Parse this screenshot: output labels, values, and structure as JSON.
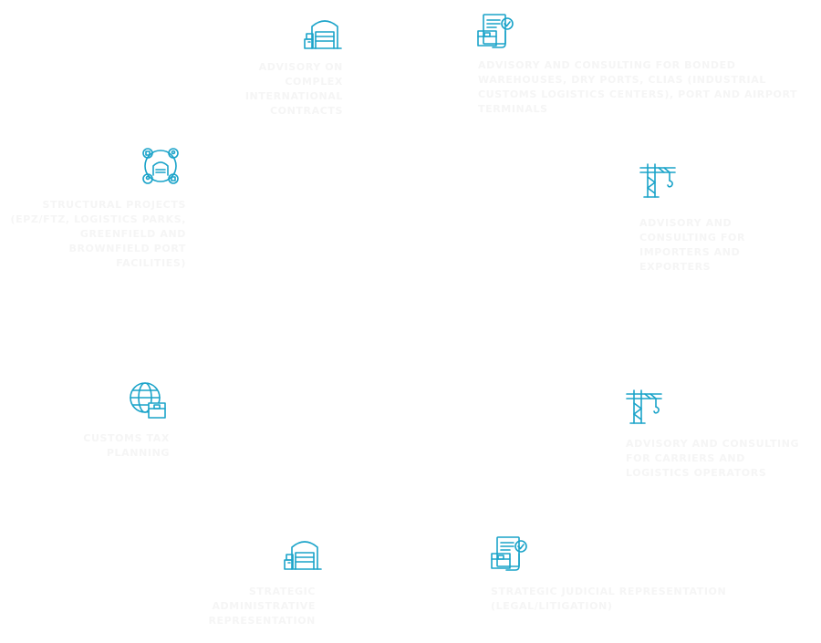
{
  "colors": {
    "icon": "#1aa3c9",
    "label": "#f5f5f5",
    "background": "#ffffff"
  },
  "services": [
    {
      "icon": "warehouse-icon",
      "label": "ADVISORY ON COMPLEX INTERNATIONAL CONTRACTS"
    },
    {
      "icon": "document-check-icon",
      "label": "ADVISORY AND CONSULTING FOR BONDED WAREHOUSES, DRY PORTS, CLIAS (INDUSTRIAL CUSTOMS LOGISTICS CENTERS), PORT AND AIRPORT TERMINALS"
    },
    {
      "icon": "network-warehouse-icon",
      "label": "STRUCTURAL PROJECTS (EPZ/FTZ, LOGISTICS PARKS, GREENFIELD AND BROWNFIELD PORT FACILITIES)"
    },
    {
      "icon": "crane-icon",
      "label": "ADVISORY AND CONSULTING FOR IMPORTERS AND EXPORTERS"
    },
    {
      "icon": "globe-package-icon",
      "label": "CUSTOMS TAX PLANNING"
    },
    {
      "icon": "crane-icon",
      "label": "ADVISORY AND CONSULTING FOR CARRIERS AND LOGISTICS OPERATORS"
    },
    {
      "icon": "warehouse-icon",
      "label": "STRATEGIC ADMINISTRATIVE REPRESENTATION"
    },
    {
      "icon": "document-check-icon",
      "label": "STRATEGIC JUDICIAL REPRESENTATION (LEGAL/LITIGATION)"
    }
  ]
}
